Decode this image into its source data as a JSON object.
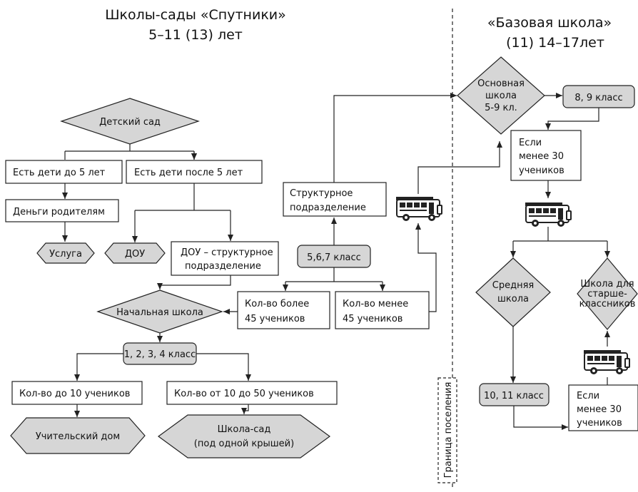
{
  "headers": {
    "left_title": "Школы-сады  «Спутники»",
    "left_subtitle": "5–11 (13) лет",
    "right_title": "«Базовая школа»",
    "right_subtitle": "(11) 14–17лет"
  },
  "nodes": {
    "kindergarten": "Детский сад",
    "kids_under_5": "Есть дети до 5 лет",
    "kids_over_5": "Есть  дети после 5 лет",
    "money_parents": "Деньги родителям",
    "service": "Услуга",
    "dou": "ДОУ",
    "dou_struct_1": "ДОУ  – структурное",
    "dou_struct_2": "подразделение",
    "primary_school": "Начальная школа",
    "grades_1_4": "1, 2, 3, 4 класс",
    "up_to_10_1": "Кол-во до 10 учеников",
    "range_10_50": "Кол-во от 10  до 50  учеников",
    "teacher_house": "Учительский дом",
    "school_garden_1": "Школа-сад",
    "school_garden_2": "(под одной крышей)",
    "more_45_1": "Кол-во более",
    "more_45_2": "45 учеников",
    "less_45_1": "Кол-во менее",
    "less_45_2": "45 учеников",
    "grades_5_7": "5,6,7 класс",
    "structural_1": "Структурное",
    "structural_2": "подразделение",
    "basic_1": "Основная",
    "basic_2": "школа",
    "basic_3": "5-9 кл.",
    "grades_8_9": "8, 9 класс",
    "less30a_1": "Если",
    "less30a_2": "менее 30",
    "less30a_3": "учеников",
    "middle_1": "Средняя",
    "middle_2": "школа",
    "senior_1": "Школа для",
    "senior_2": "старше-",
    "senior_3": "классников",
    "grades_10_11": "10, 11 класс",
    "less30b_1": "Если",
    "less30b_2": "менее 30",
    "less30b_3": "учеников",
    "boundary": "Граница поселения"
  },
  "icons": [
    "school-bus-icon",
    "school-bus-icon",
    "school-bus-icon"
  ]
}
